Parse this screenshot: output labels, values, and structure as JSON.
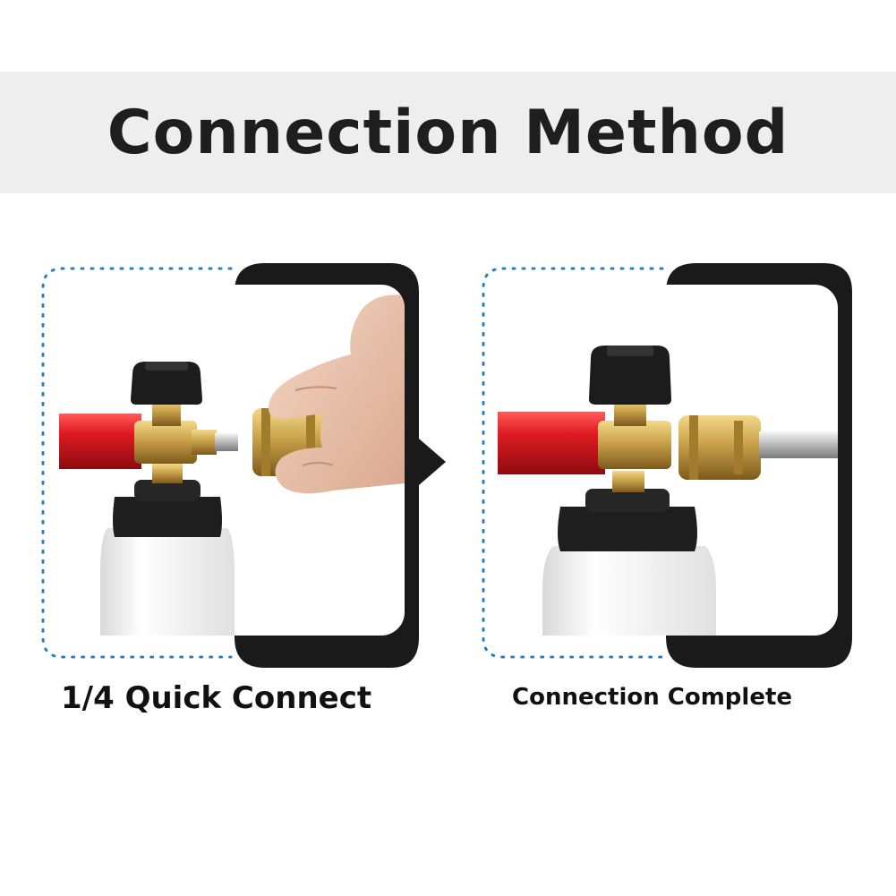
{
  "title": "Connection Method",
  "panels": [
    {
      "caption": "1/4 Quick Connect",
      "icon": "quick-connect-photo"
    },
    {
      "caption": "Connection Complete",
      "icon": "connected-photo"
    }
  ],
  "colors": {
    "frame": "#1a1a1a",
    "dots": "#2a7fc0",
    "red_handle": "#d7141c",
    "brass": "#c9a14a",
    "knob": "#1c1c1c",
    "bottle": "#f2f2f2"
  }
}
